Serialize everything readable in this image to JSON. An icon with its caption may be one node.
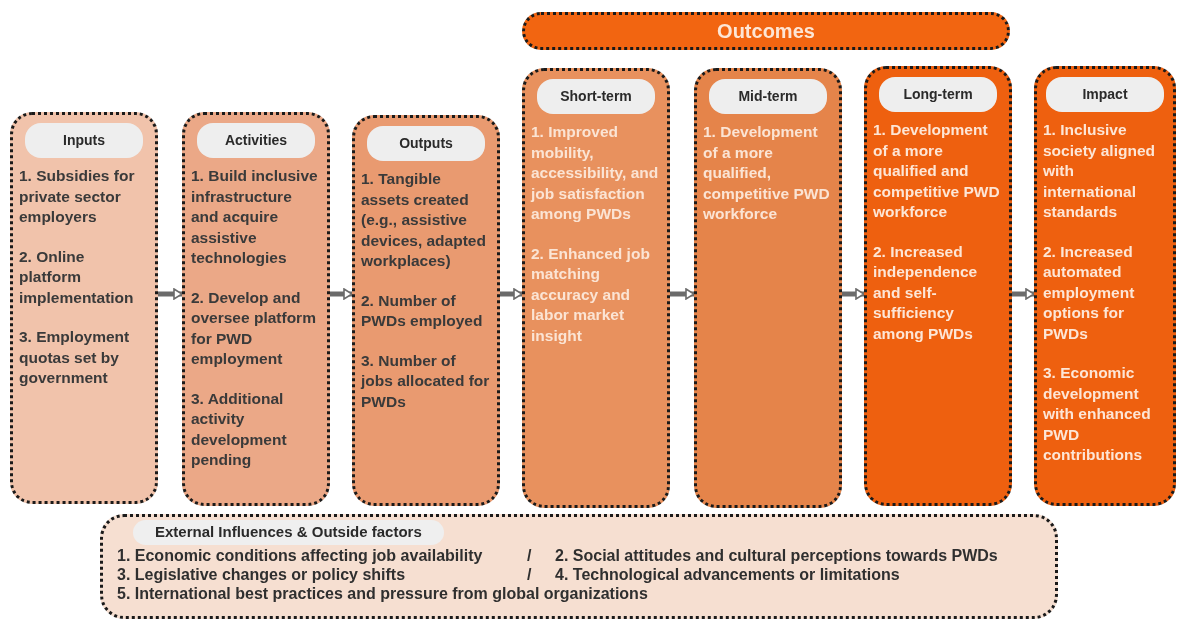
{
  "diagram": {
    "nodes": [
      {
        "text": [
          "Outcomes"
        ]
      },
      {
        "text": [
          "Inputs",
          "1. Subsidies for private sector employers",
          "2. Online platform implementation",
          "3. Employment quotas set by government"
        ]
      },
      {
        "text": [
          "Activities",
          "1. Build inclusive infrastructure and acquire assistive technologies",
          "2. Develop and oversee platform for PWD employment",
          "3. Additional activity development pending"
        ]
      },
      {
        "text": [
          "Outputs",
          "1. Tangible assets created (e.g., assistive devices, adapted workplaces)",
          "2. Number of PWDs employed",
          "3. Number of jobs allocated for PWDs"
        ]
      },
      {
        "text": [
          "Short-term",
          "1. Improved mobility, accessibility, and job satisfaction among PWDs",
          "2. Enhanced job matching accuracy and labor market insight"
        ]
      },
      {
        "text": [
          "Mid-term",
          "1. Development of a more qualified, competitive PWD workforce"
        ]
      },
      {
        "text": [
          "Long-term",
          "1. Development of a more qualified and competitive PWD workforce",
          "2. Increased independence and self-sufficiency among PWDs"
        ]
      },
      {
        "text": [
          "Impact",
          "1. Inclusive society aligned with international standards",
          "2. Increased automated employment options for PWDs",
          "3. Economic development with enhanced PWD contributions"
        ]
      },
      {
        "text": [
          "External Influences & Outside factors",
          "1. Economic conditions affecting job availability",
          "/",
          "2. Social attitudes and cultural perceptions towards PWDs",
          "3. Legislative changes or policy shifts",
          "/",
          "4. Technological advancements or limitations",
          "5. International best practices and pressure from global organizations"
        ]
      }
    ],
    "edges": [
      {
        "from": 1,
        "to": 2,
        "arrow": "to"
      },
      {
        "from": 2,
        "to": 3,
        "arrow": "to"
      },
      {
        "from": 3,
        "to": 4,
        "arrow": "to"
      },
      {
        "from": 4,
        "to": 5,
        "arrow": "to"
      },
      {
        "from": 5,
        "to": 6,
        "arrow": "to"
      },
      {
        "from": 6,
        "to": 7,
        "arrow": "to"
      }
    ]
  }
}
